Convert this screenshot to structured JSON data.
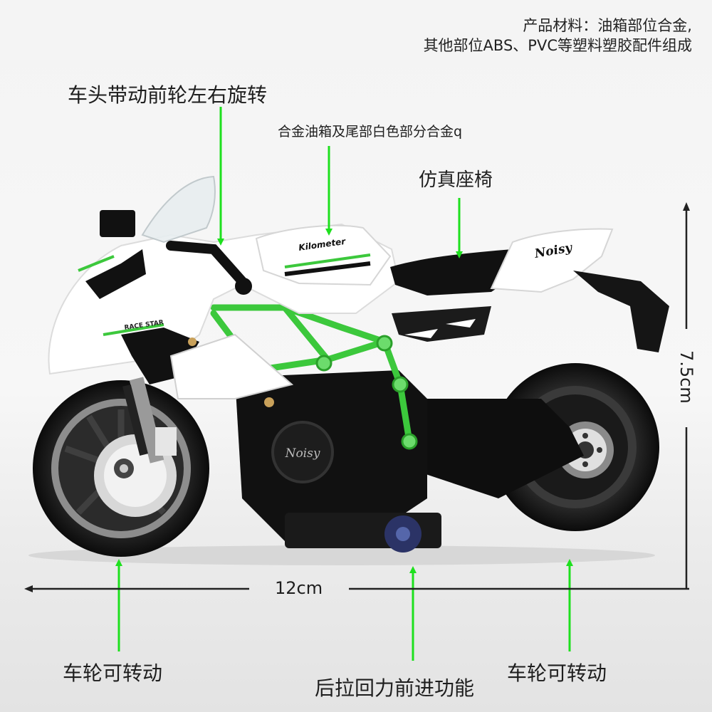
{
  "material_note": {
    "line1": "产品材料：油箱部位合金,",
    "line2": "其他部位ABS、PVC等塑料塑胶配件组成"
  },
  "callouts": {
    "front_steering": "车头带动前轮左右旋转",
    "alloy_tank": "合金油箱及尾部白色部分合金q",
    "seat": "仿真座椅",
    "front_wheel": "车轮可转动",
    "pullback": "后拉回力前进功能",
    "rear_wheel": "车轮可转动"
  },
  "dimensions": {
    "length": "12cm",
    "height": "7.5cm"
  },
  "decals": {
    "tank_brand": "Kilometer",
    "tail_brand": "Noisy",
    "engine_brand": "Noisy",
    "fairing_badge": "RACE STAR"
  },
  "colors": {
    "arrow_green": "#1ee01e",
    "frame_green": "#3cc83c",
    "body_white": "#ffffff",
    "body_black": "#151515"
  }
}
